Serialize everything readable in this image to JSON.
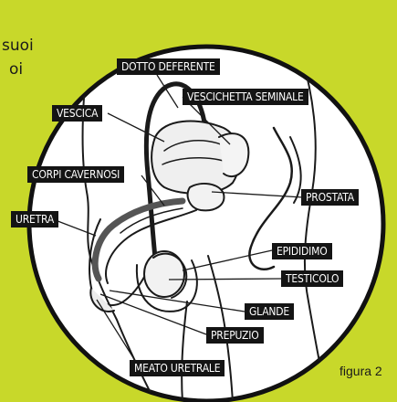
{
  "cropped_text": [
    "suoi",
    "oi"
  ],
  "labels": {
    "dotto_deferente": "DOTTO DEFERENTE",
    "vescichetta_seminale": "VESCICHETTA SEMINALE",
    "vescica": "VESCICA",
    "corpi_cavernosi": "CORPI CAVERNOSI",
    "prostata": "PROSTATA",
    "uretra": "URETRA",
    "epididimo": "EPIDIDIMO",
    "testicolo": "TESTICOLO",
    "glande": "GLANDE",
    "prepuzio": "PREPUZIO",
    "meato_uretrale": "MEATO URETRALE"
  },
  "caption": "figura 2",
  "colors": {
    "background": "#c8d82a",
    "label_bg": "#141414",
    "label_text": "#ffffff",
    "outline": "#1a1a1a"
  }
}
